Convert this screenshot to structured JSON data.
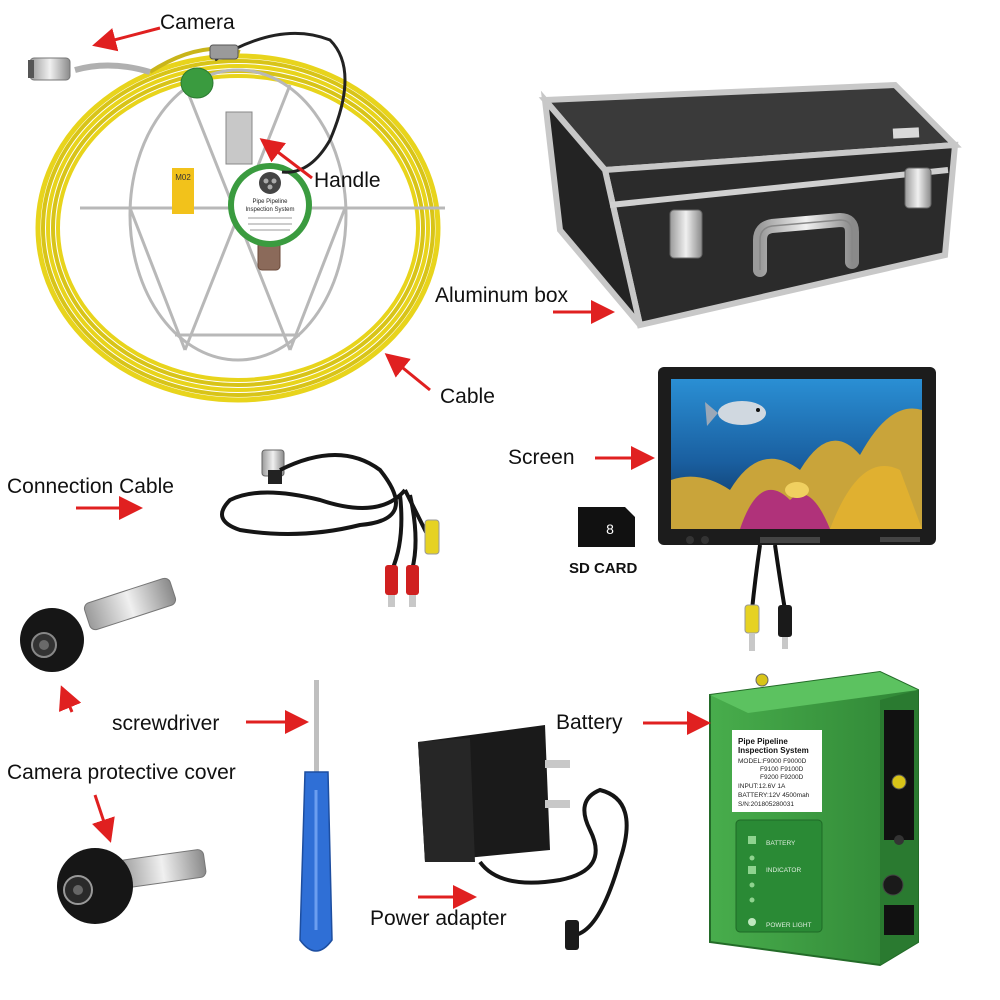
{
  "labels": {
    "camera": "Camera",
    "handle": "Handle",
    "aluminum_box": "Aluminum box",
    "cable": "Cable",
    "screen": "Screen",
    "connection_cable": "Connection Cable",
    "sd_card": "SD CARD",
    "screwdriver": "screwdriver",
    "battery": "Battery",
    "camera_protective_cover": "Camera protective cover",
    "power_adapter": "Power adapter"
  },
  "reel_plate": {
    "line1": "Pipe Pipeline",
    "line2": "Inspection System"
  },
  "reel_tag": "M02",
  "sd_capacity": "8",
  "battery_plate": {
    "title1": "Pipe Pipeline",
    "title2": "Inspection System",
    "model1": "MODEL:F9000  F9000D",
    "model2": "F9100  F9100D",
    "model3": "F9200  F9200D",
    "input": "INPUT:12.6V 1A",
    "battery": "BATTERY:12V 4500mah",
    "sn": "S/N:201805280031"
  },
  "battery_panel": {
    "battery_light": "BATTERY",
    "indicator_light": "INDICATOR",
    "power_light": "POWER LIGHT"
  },
  "colors": {
    "cable_yellow": "#e8d41c",
    "battery_green": "#3a9b3f",
    "arrow_red": "#e02020",
    "screwdriver_blue": "#2f6fd6",
    "box_dark": "#2b2b2b"
  }
}
